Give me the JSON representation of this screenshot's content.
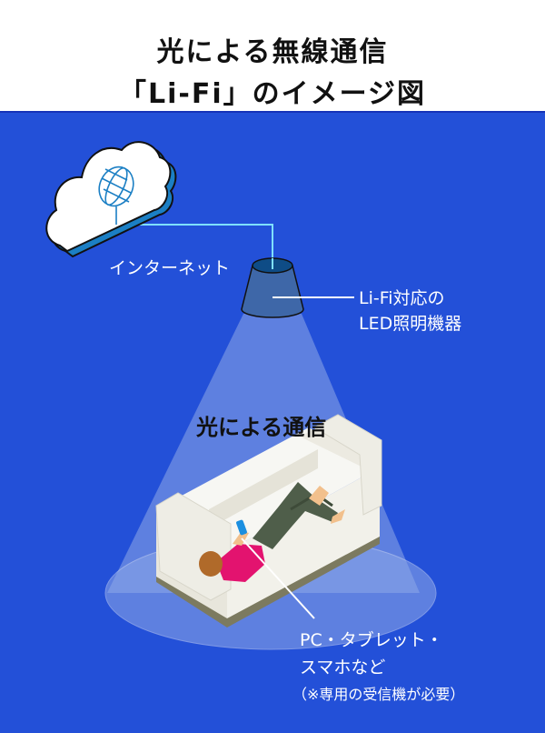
{
  "header": {
    "title_line1": "光による無線通信",
    "title_line2": "「Li-Fi」のイメージ図"
  },
  "diagram": {
    "background_color": "#2350D8",
    "cloud": {
      "icon": "cloud-globe-icon",
      "label": "インターネット"
    },
    "lamp": {
      "icon": "ceiling-lamp-icon",
      "label_line1": "Li-Fi対応の",
      "label_line2": "LED照明機器"
    },
    "light_beam": {
      "label": "光による通信"
    },
    "receiver": {
      "icon": "person-on-sofa-with-phone",
      "label_line1": "PC・タブレット・",
      "label_line2": "スマホなど",
      "note": "（※専用の受信機が必要）"
    }
  }
}
